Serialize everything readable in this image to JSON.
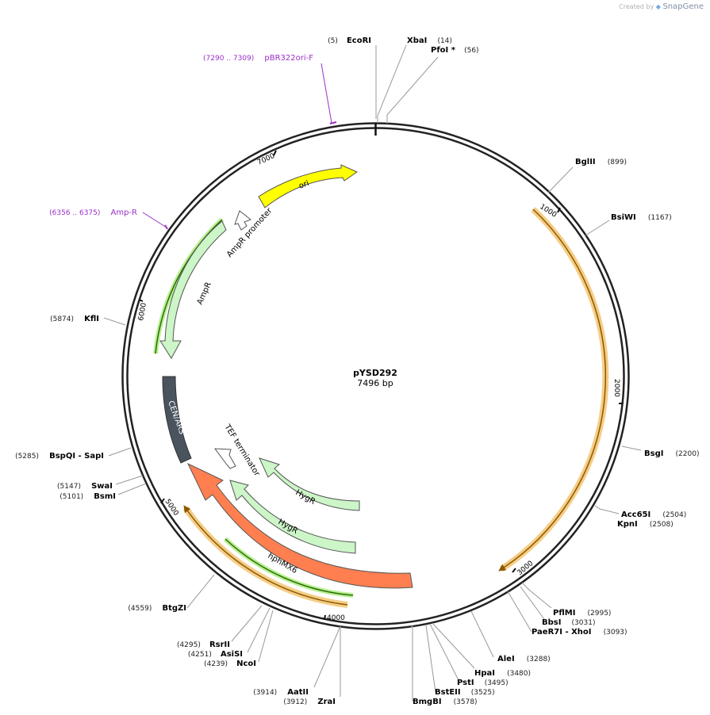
{
  "credit": {
    "created_by": "Created by",
    "brand": "SnapGene"
  },
  "plasmid": {
    "name": "pYSD292",
    "length_label": "7496 bp"
  },
  "ticks": [
    "1000",
    "2000",
    "3000",
    "4000",
    "5000",
    "6000",
    "7000"
  ],
  "features": [
    {
      "name": "ori",
      "color": "#ffff00"
    },
    {
      "name": "AmpR promoter",
      "color": "#ffffff"
    },
    {
      "name": "AmpR",
      "color": "#ccf5c8"
    },
    {
      "name": "CEN/ARS",
      "color": "#4a545e"
    },
    {
      "name": "TEF terminator",
      "color": "#ffffff"
    },
    {
      "name": "HygR",
      "color": "#ccf5c8"
    },
    {
      "name": "HygR",
      "color": "#ccf5c8"
    },
    {
      "name": "hphMX6",
      "color": "#ff7f50"
    }
  ],
  "primers": [
    {
      "pos": "(7290 .. 7309)",
      "name": "pBR322ori-F"
    },
    {
      "pos": "(6356 .. 6375)",
      "name": "Amp-R"
    }
  ],
  "sites": [
    {
      "pos": "(5)",
      "name": "EcoRI"
    },
    {
      "name": "XbaI",
      "pos": "(14)"
    },
    {
      "name": "PfoI *",
      "pos": "(56)"
    },
    {
      "name": "BglII",
      "pos": "(899)"
    },
    {
      "name": "BsiWI",
      "pos": "(1167)"
    },
    {
      "name": "BsgI",
      "pos": "(2200)"
    },
    {
      "name": "Acc65I",
      "pos": "(2504)"
    },
    {
      "name": "KpnI",
      "pos": "(2508)"
    },
    {
      "name": "PflMI",
      "pos": "(2995)"
    },
    {
      "name": "BbsI",
      "pos": "(3031)"
    },
    {
      "name": "PaeR7I - XhoI",
      "pos": "(3093)"
    },
    {
      "name": "AleI",
      "pos": "(3288)"
    },
    {
      "name": "HpaI",
      "pos": "(3480)"
    },
    {
      "name": "PstI",
      "pos": "(3495)"
    },
    {
      "name": "BstEII",
      "pos": "(3525)"
    },
    {
      "name": "BmgBI",
      "pos": "(3578)"
    },
    {
      "pos": "(3914)",
      "name": "AatII"
    },
    {
      "pos": "(3912)",
      "name": "ZraI"
    },
    {
      "pos": "(4295)",
      "name": "RsrII"
    },
    {
      "pos": "(4251)",
      "name": "AsiSI"
    },
    {
      "pos": "(4239)",
      "name": "NcoI"
    },
    {
      "pos": "(4559)",
      "name": "BtgZI"
    },
    {
      "pos": "(5147)",
      "name": "SwaI"
    },
    {
      "pos": "(5101)",
      "name": "BsmI"
    },
    {
      "pos": "(5285)",
      "name": "BspQI - SapI"
    },
    {
      "pos": "(5874)",
      "name": "KflI"
    }
  ]
}
